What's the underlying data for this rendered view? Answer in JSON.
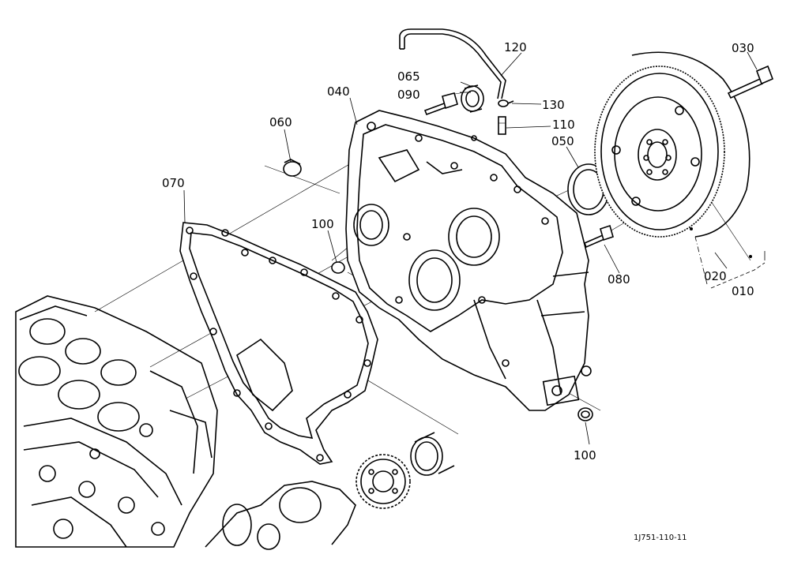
{
  "labels": {
    "p010": "010",
    "p020": "020",
    "p030": "030",
    "p040": "040",
    "p050": "050",
    "p060": "060",
    "p065": "065",
    "p070": "070",
    "p080": "080",
    "p090": "090",
    "p100a": "100",
    "p100b": "100",
    "p110": "110",
    "p120": "120",
    "p130": "130"
  },
  "diagram_code": "1J751-110-11",
  "colors": {
    "ink": "#000000",
    "paper": "#ffffff"
  }
}
